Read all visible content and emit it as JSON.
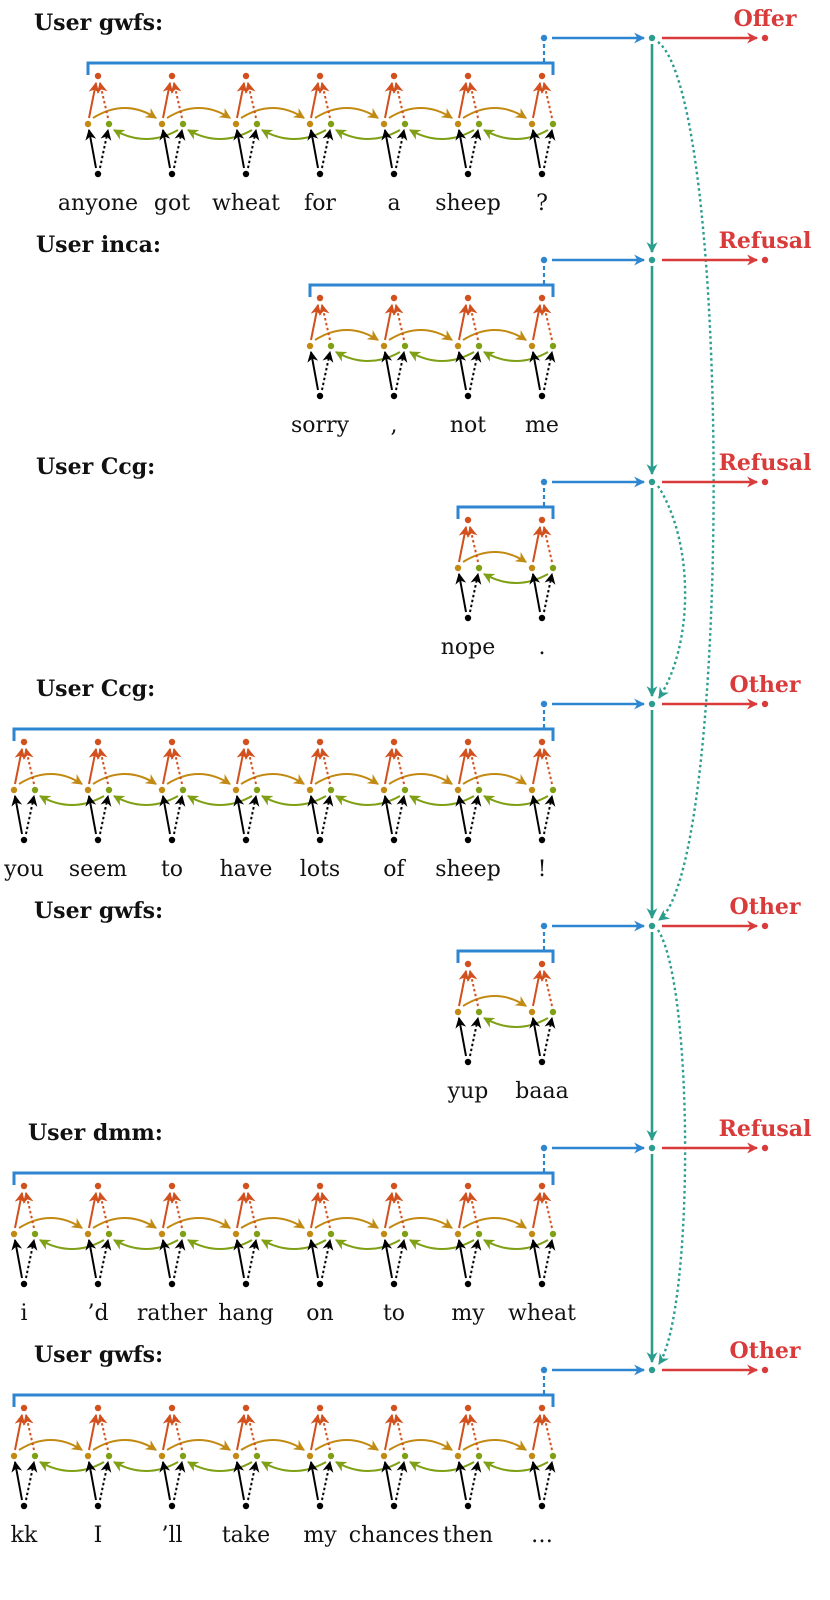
{
  "colors": {
    "bracket": "#2E86D1",
    "dialog": "#2A9D8F",
    "act": "#D93A3A",
    "fwd": "#C28A12",
    "bwd": "#7FA015",
    "up": "#D1501D",
    "input": "#000000"
  },
  "turns": [
    {
      "speaker": "User gwfs:",
      "act": "Offer",
      "tokens": [
        "anyone",
        "got",
        "wheat",
        "for",
        "a",
        "sheep",
        "?"
      ]
    },
    {
      "speaker": "User inca:",
      "act": "Refusal",
      "tokens": [
        "sorry",
        ",",
        "not",
        "me"
      ]
    },
    {
      "speaker": "User Ccg:",
      "act": "Refusal",
      "tokens": [
        "nope",
        "."
      ]
    },
    {
      "speaker": "User Ccg:",
      "act": "Other",
      "tokens": [
        "you",
        "seem",
        "to",
        "have",
        "lots",
        "of",
        "sheep",
        "!"
      ]
    },
    {
      "speaker": "User gwfs:",
      "act": "Other",
      "tokens": [
        "yup",
        "baaa"
      ]
    },
    {
      "speaker": "User dmm:",
      "act": "Refusal",
      "tokens": [
        "i",
        "’d",
        "rather",
        "hang",
        "on",
        "to",
        "my",
        "wheat"
      ]
    },
    {
      "speaker": "User gwfs:",
      "act": "Other",
      "tokens": [
        "kk",
        "I",
        "’ll",
        "take",
        "my",
        "chances",
        "then",
        "…"
      ]
    }
  ]
}
